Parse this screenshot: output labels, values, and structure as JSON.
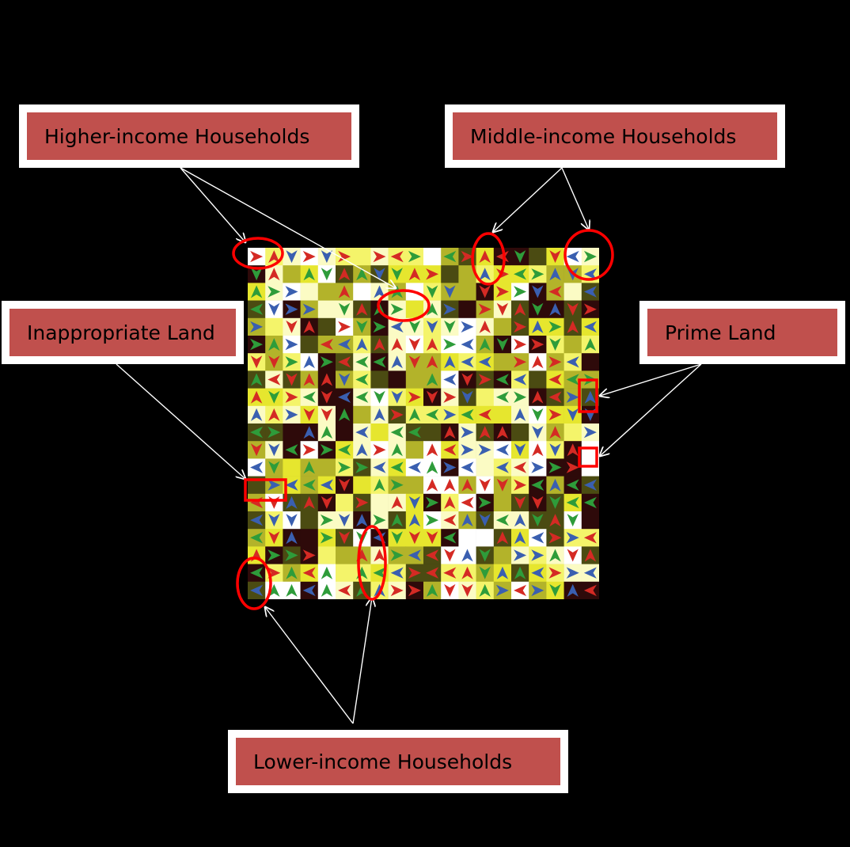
{
  "labels": {
    "higher": "Higher-income Households",
    "middle": "Middle-income Households",
    "inappropriate": "Inappropriate Land",
    "prime": "Prime Land",
    "lower": "Lower-income Households"
  },
  "grid": {
    "rows": 20,
    "cols": 20,
    "land_colors": [
      "#ffffff",
      "#fbfbc4",
      "#f4f46a",
      "#e6e62e",
      "#b3b32a",
      "#4b4b12",
      "#2e0a0a"
    ],
    "household_colors": {
      "higher": "#2e9c3a",
      "middle": "#3a5fb0",
      "lower": "#d42a24"
    },
    "icon": "arrowhead-icon"
  },
  "colors": {
    "background": "#000000",
    "label_fill": "#c0504d",
    "label_border": "#ffffff",
    "callout_line": "#ffffff",
    "highlight": "#ff0000"
  }
}
